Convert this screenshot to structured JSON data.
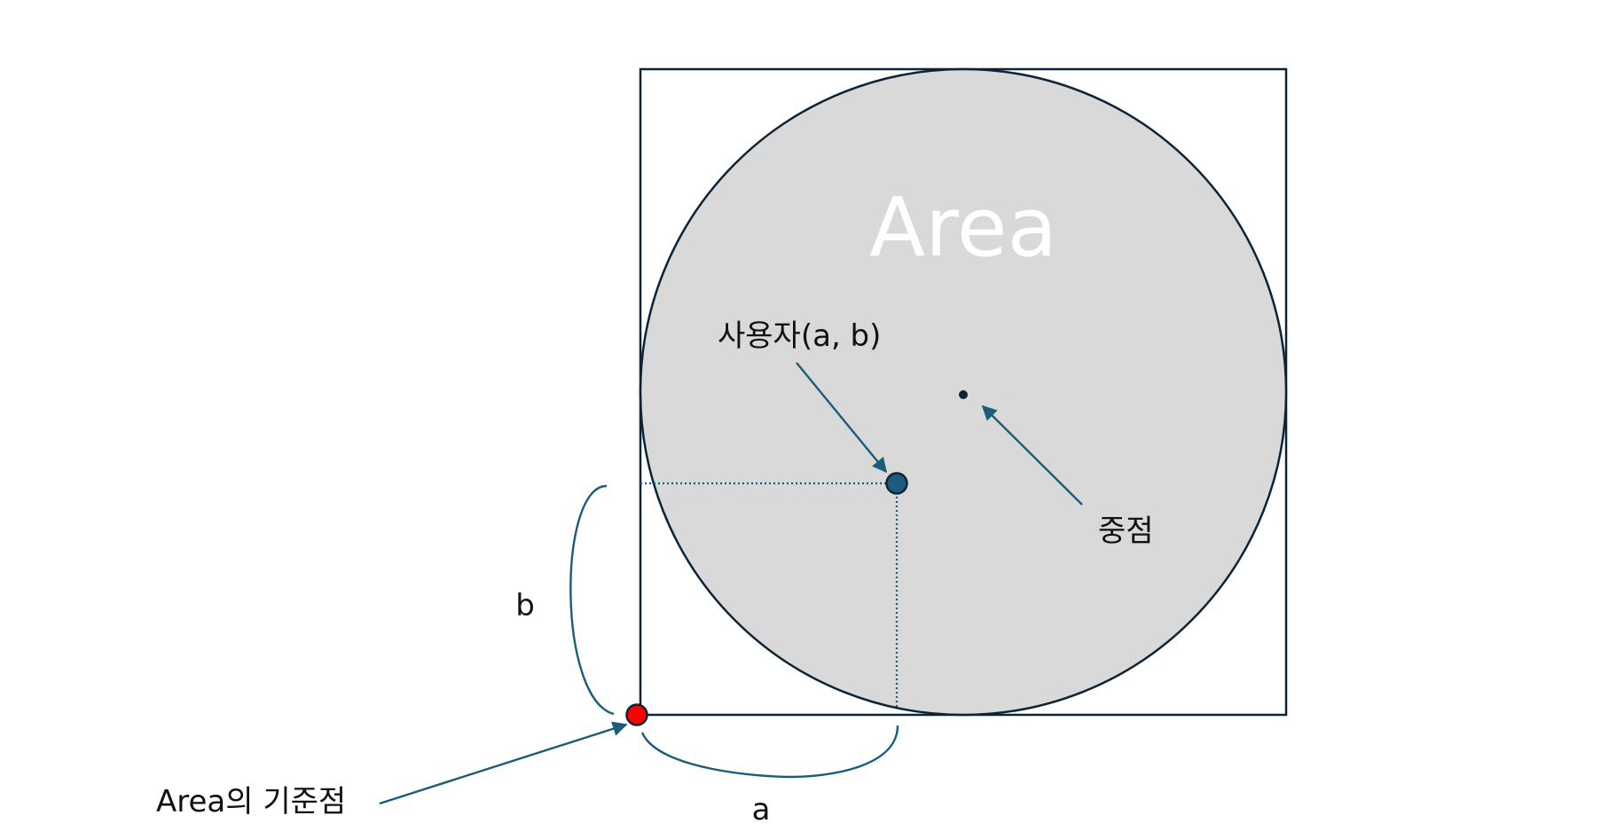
{
  "diagram": {
    "area_title": "Area",
    "user_label": "사용자(a, b)",
    "center_label": "중점",
    "origin_label": "Area의 기준점",
    "dim_a_label": "a",
    "dim_b_label": "b"
  },
  "colors": {
    "square_stroke": "#0d2436",
    "circle_fill": "#d9d9d9",
    "circle_stroke": "#0d2436",
    "arrow_and_guides": "#1b5c7a",
    "user_point_fill": "#1b5c7a",
    "origin_point_fill": "#ff0000",
    "center_dot_fill": "#0d2436"
  },
  "icons": {
    "user_point": "circle-point-icon",
    "origin_point": "red-circle-point-icon",
    "center_point": "small-dot-icon"
  }
}
